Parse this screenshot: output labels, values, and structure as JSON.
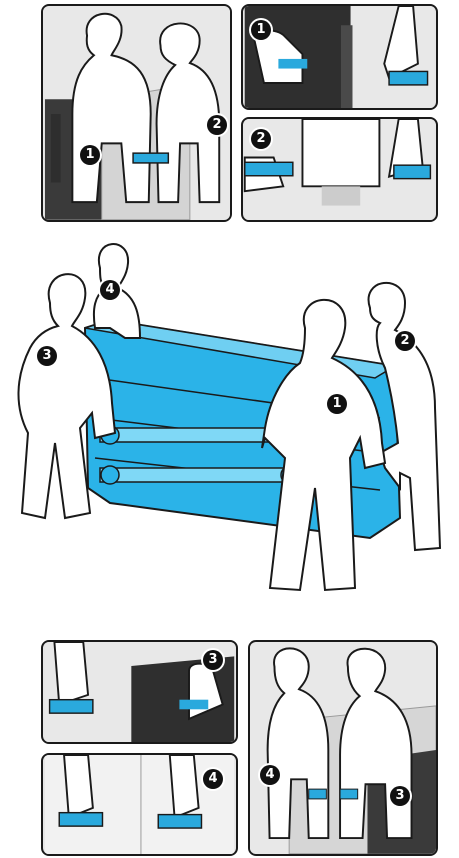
{
  "colors": {
    "printer_blue": "#2bb3e8",
    "handle_blue": "#2aa9dd",
    "panel_bg": "#e6e6e6",
    "outline": "#1a1a1a",
    "badge": "#111111"
  },
  "panels": {
    "top_left": {
      "badges": [
        "1",
        "2"
      ]
    },
    "top_right_1": {
      "badges": [
        "1"
      ]
    },
    "top_right_2": {
      "badges": [
        "2"
      ]
    },
    "bottom_left_1": {
      "badges": [
        "3"
      ]
    },
    "bottom_left_2": {
      "badges": [
        "4"
      ]
    },
    "bottom_right": {
      "badges": [
        "4",
        "3"
      ]
    }
  },
  "main": {
    "person_labels": [
      "1",
      "2",
      "3",
      "4"
    ]
  }
}
